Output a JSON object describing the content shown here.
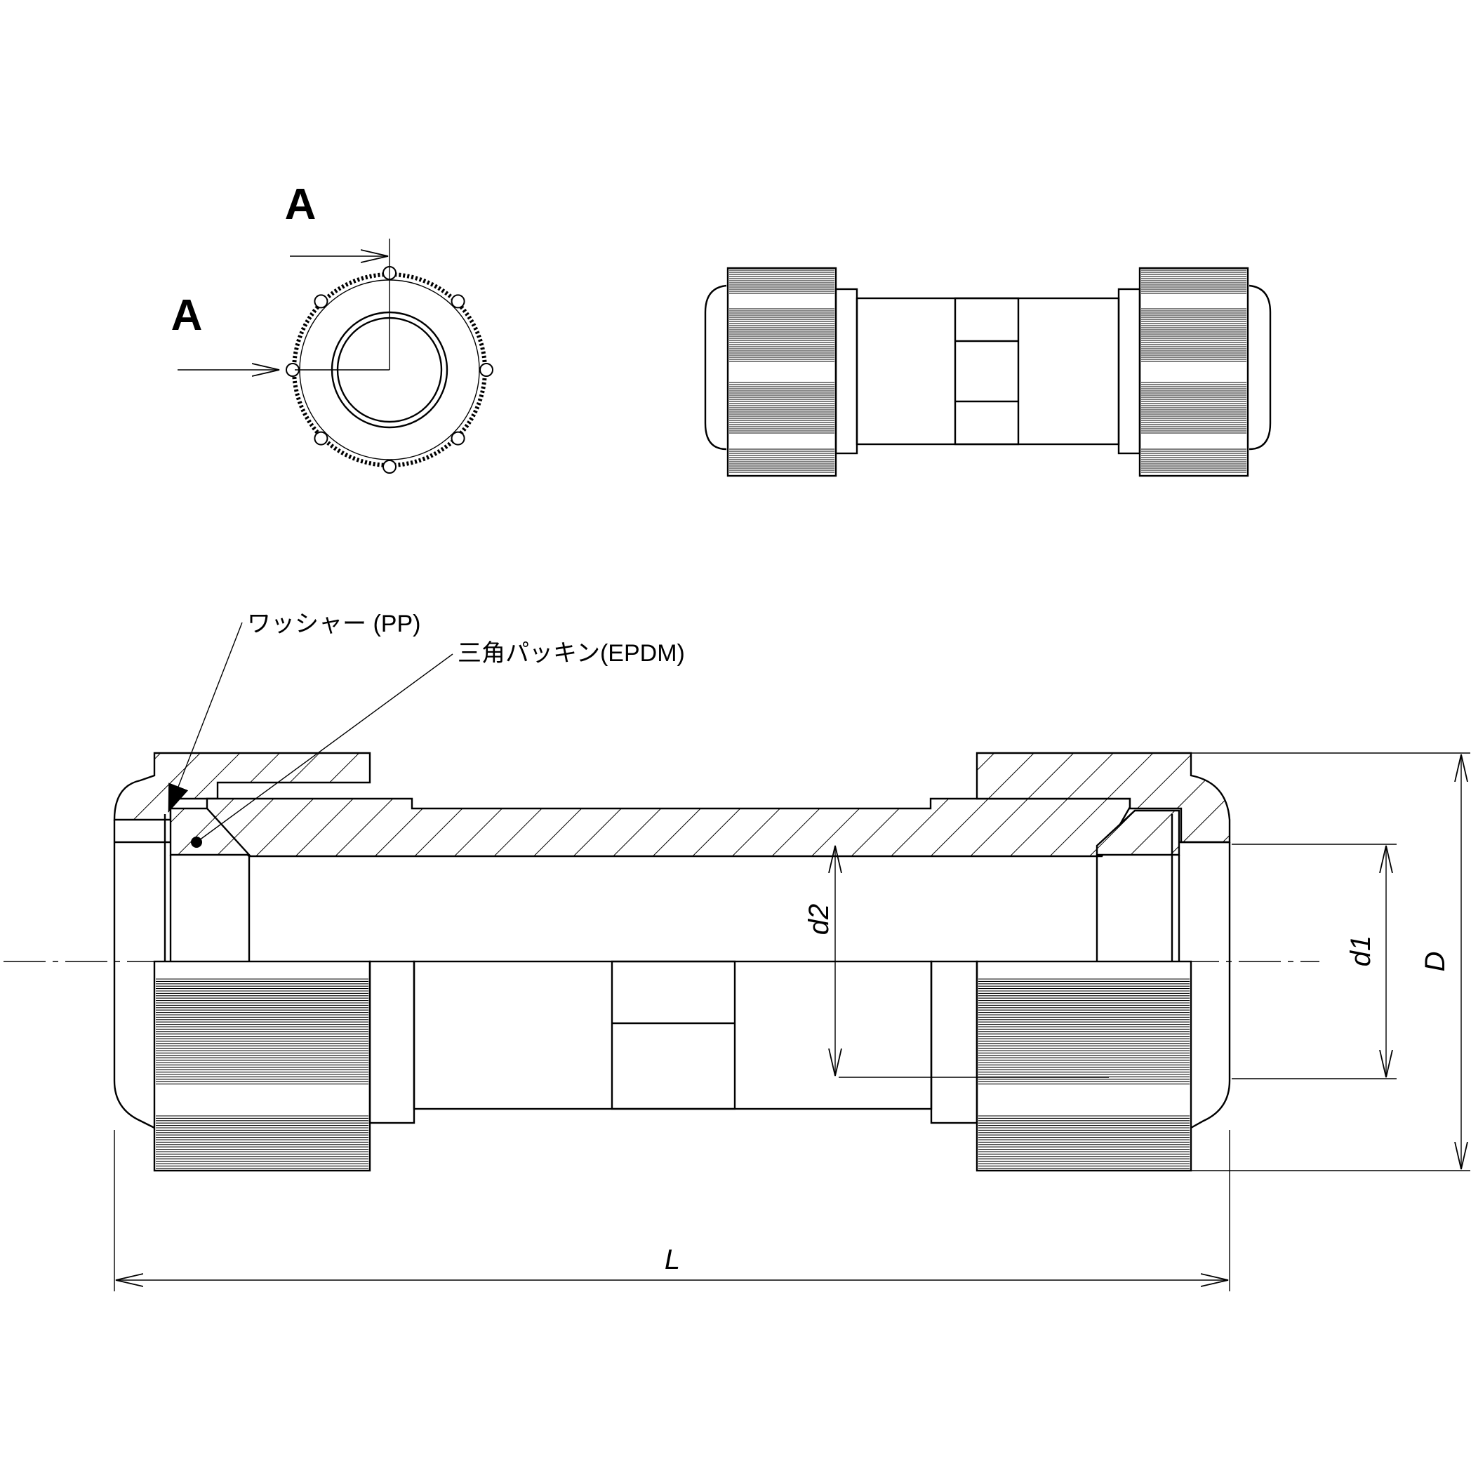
{
  "section_view": {
    "label_top": "A",
    "label_left": "A"
  },
  "callouts": {
    "washer": "ワッシャー (PP)",
    "gasket": "三角パッキン(EPDM)"
  },
  "dimensions": {
    "d1": "d1",
    "d2": "d2",
    "D": "D",
    "L": "L"
  }
}
